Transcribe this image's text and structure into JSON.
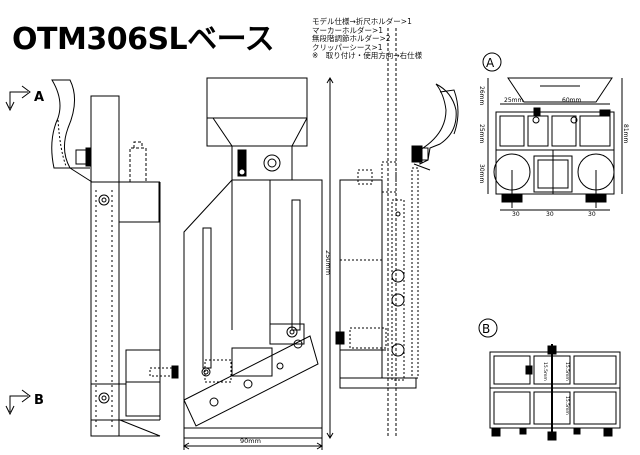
{
  "title": "OTM306SLベース",
  "notes": [
    "モデル仕様→折尺ホルダー>1",
    "マーカーホルダー>1",
    "無段階調節ホルダー>2",
    "クリッパーシース>1",
    "※　取り付け・使用方向→右仕様"
  ],
  "views": {
    "arrow_a": "A",
    "arrow_b": "B",
    "circle_a": "A",
    "circle_b": "B"
  },
  "dimensions": {
    "width_front": "90mm",
    "height_side": "250mm",
    "top_25": "25mm",
    "top_60": "60mm",
    "left_26": "26mm",
    "left_25": "25mm",
    "left_30": "30mm",
    "right_81": "81mm",
    "bot_30a": "30",
    "bot_30b": "30",
    "bot_30c": "30",
    "b_15a": "15.5mm",
    "b_15b": "15.5mm",
    "b_15c": "15.5mm"
  }
}
